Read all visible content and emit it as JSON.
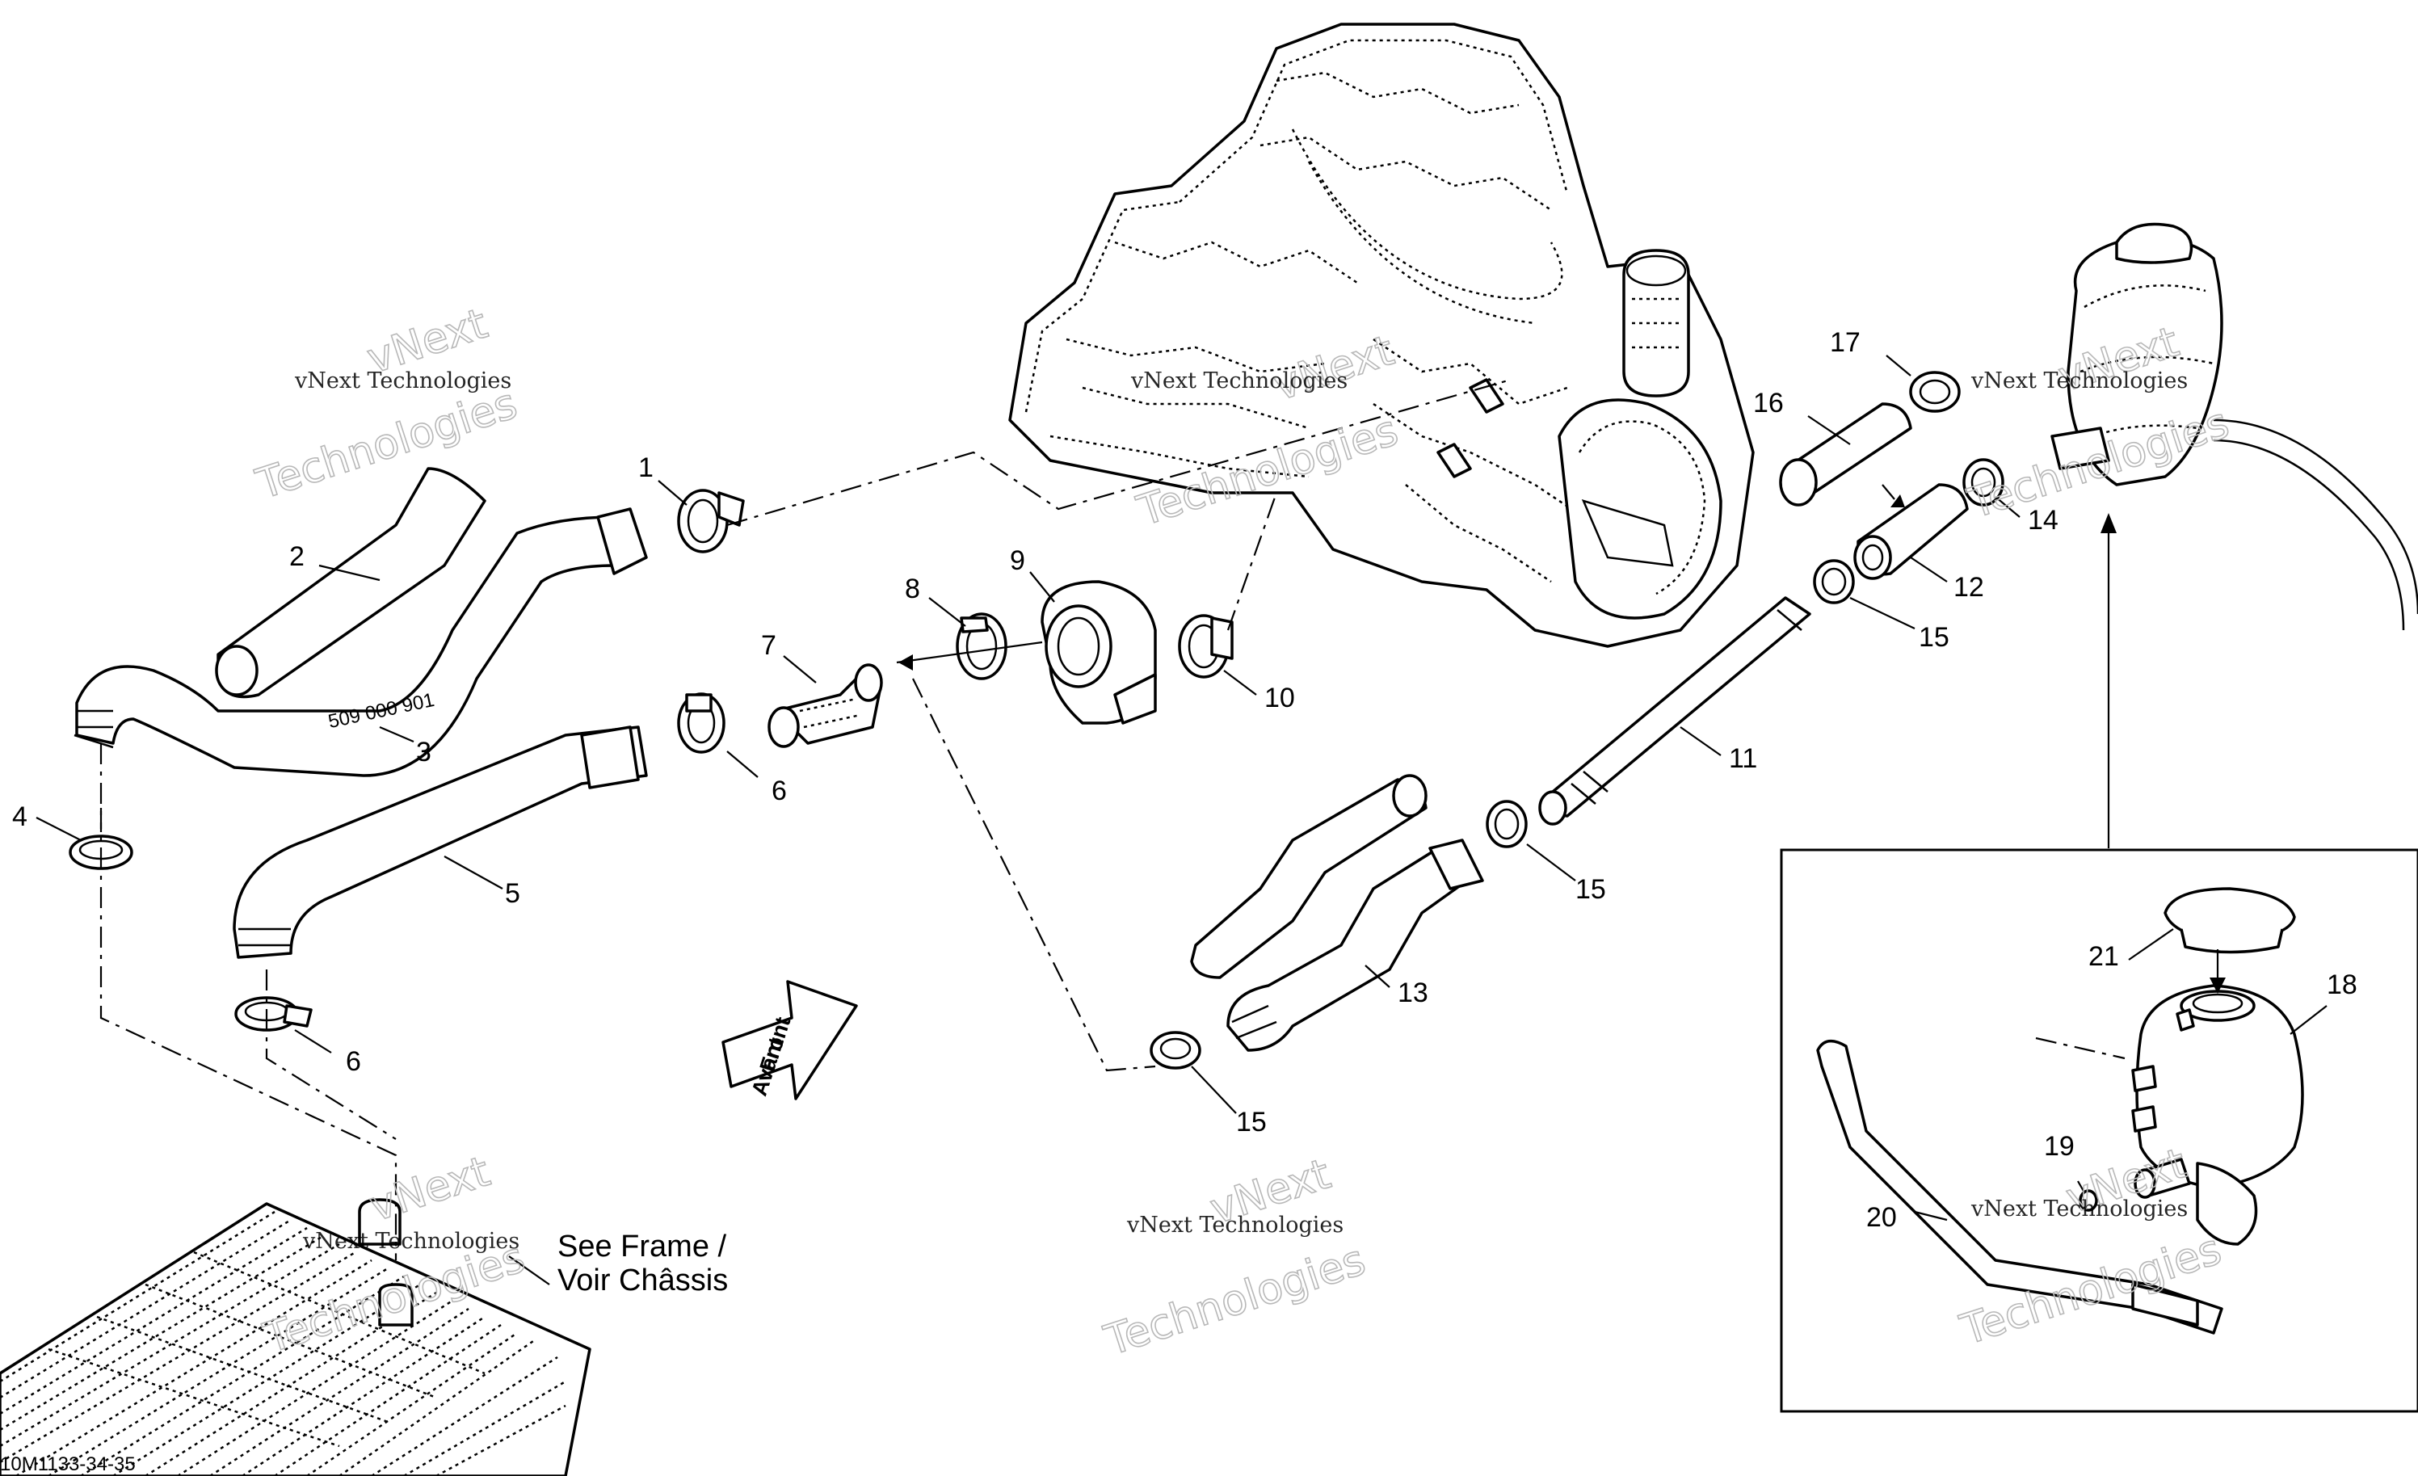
{
  "callouts": [
    {
      "label": "1",
      "id": "hose-clamp"
    },
    {
      "label": "2",
      "id": "hose-sleeve-upper"
    },
    {
      "label": "3",
      "id": "outlet-hose"
    },
    {
      "label": "4",
      "id": "hose-clamp-left"
    },
    {
      "label": "5",
      "id": "inlet-hose"
    },
    {
      "label": "6",
      "id": "hose-clamp-inlet"
    },
    {
      "label": "6",
      "id": "hose-clamp-lower"
    },
    {
      "label": "7",
      "id": "y-fitting"
    },
    {
      "label": "8",
      "id": "elbow-hose"
    },
    {
      "label": "9",
      "id": "hose-clamp-elbow"
    },
    {
      "label": "10",
      "id": "hose-clamp-engine"
    },
    {
      "label": "11",
      "id": "long-pipe"
    },
    {
      "label": "12",
      "id": "short-hose"
    },
    {
      "label": "13",
      "id": "lower-hose"
    },
    {
      "label": "14",
      "id": "clamp-reservoir"
    },
    {
      "label": "15",
      "id": "clamp-12"
    },
    {
      "label": "15",
      "id": "clamp-11"
    },
    {
      "label": "15",
      "id": "clamp-13"
    },
    {
      "label": "16",
      "id": "protective-sleeve"
    },
    {
      "label": "17",
      "id": "clamp-17"
    },
    {
      "label": "18",
      "id": "coolant-reservoir"
    },
    {
      "label": "19",
      "id": "small-clamp"
    },
    {
      "label": "20",
      "id": "overflow-hose"
    },
    {
      "label": "21",
      "id": "reservoir-cap"
    }
  ],
  "notes": {
    "see_frame_line1": "See Frame /",
    "see_frame_line2": "Voir Châssis",
    "front_line1": "Front",
    "front_line2": "Avant",
    "drawing_code": "10M1133-34-35",
    "hose_marking": "509 000 901"
  },
  "watermark": {
    "line1": "vNext Technologies",
    "line2": "vNext",
    "line3": "Technologies"
  },
  "colors": {
    "line": "#000000",
    "background": "#ffffff",
    "watermark_outline": "#b8b8b8"
  }
}
